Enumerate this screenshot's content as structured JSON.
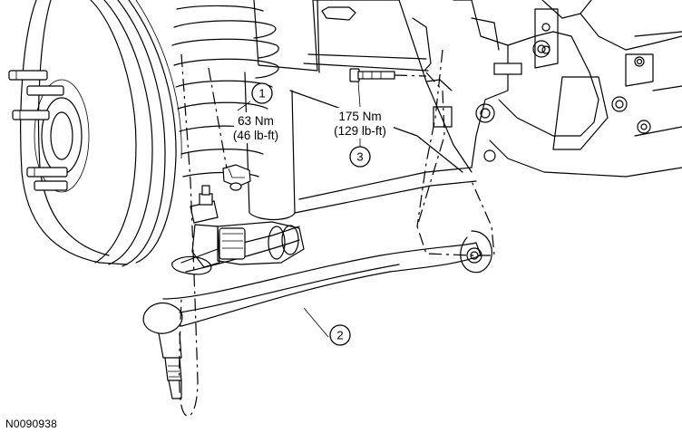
{
  "figure_id": "N0090938",
  "callouts": [
    {
      "number": "1"
    },
    {
      "number": "2"
    },
    {
      "number": "3"
    }
  ],
  "torque_specs": [
    {
      "metric": "63 Nm",
      "imperial": "(46 lb-ft)"
    },
    {
      "metric": "175 Nm",
      "imperial": "(129 lb-ft)"
    }
  ]
}
